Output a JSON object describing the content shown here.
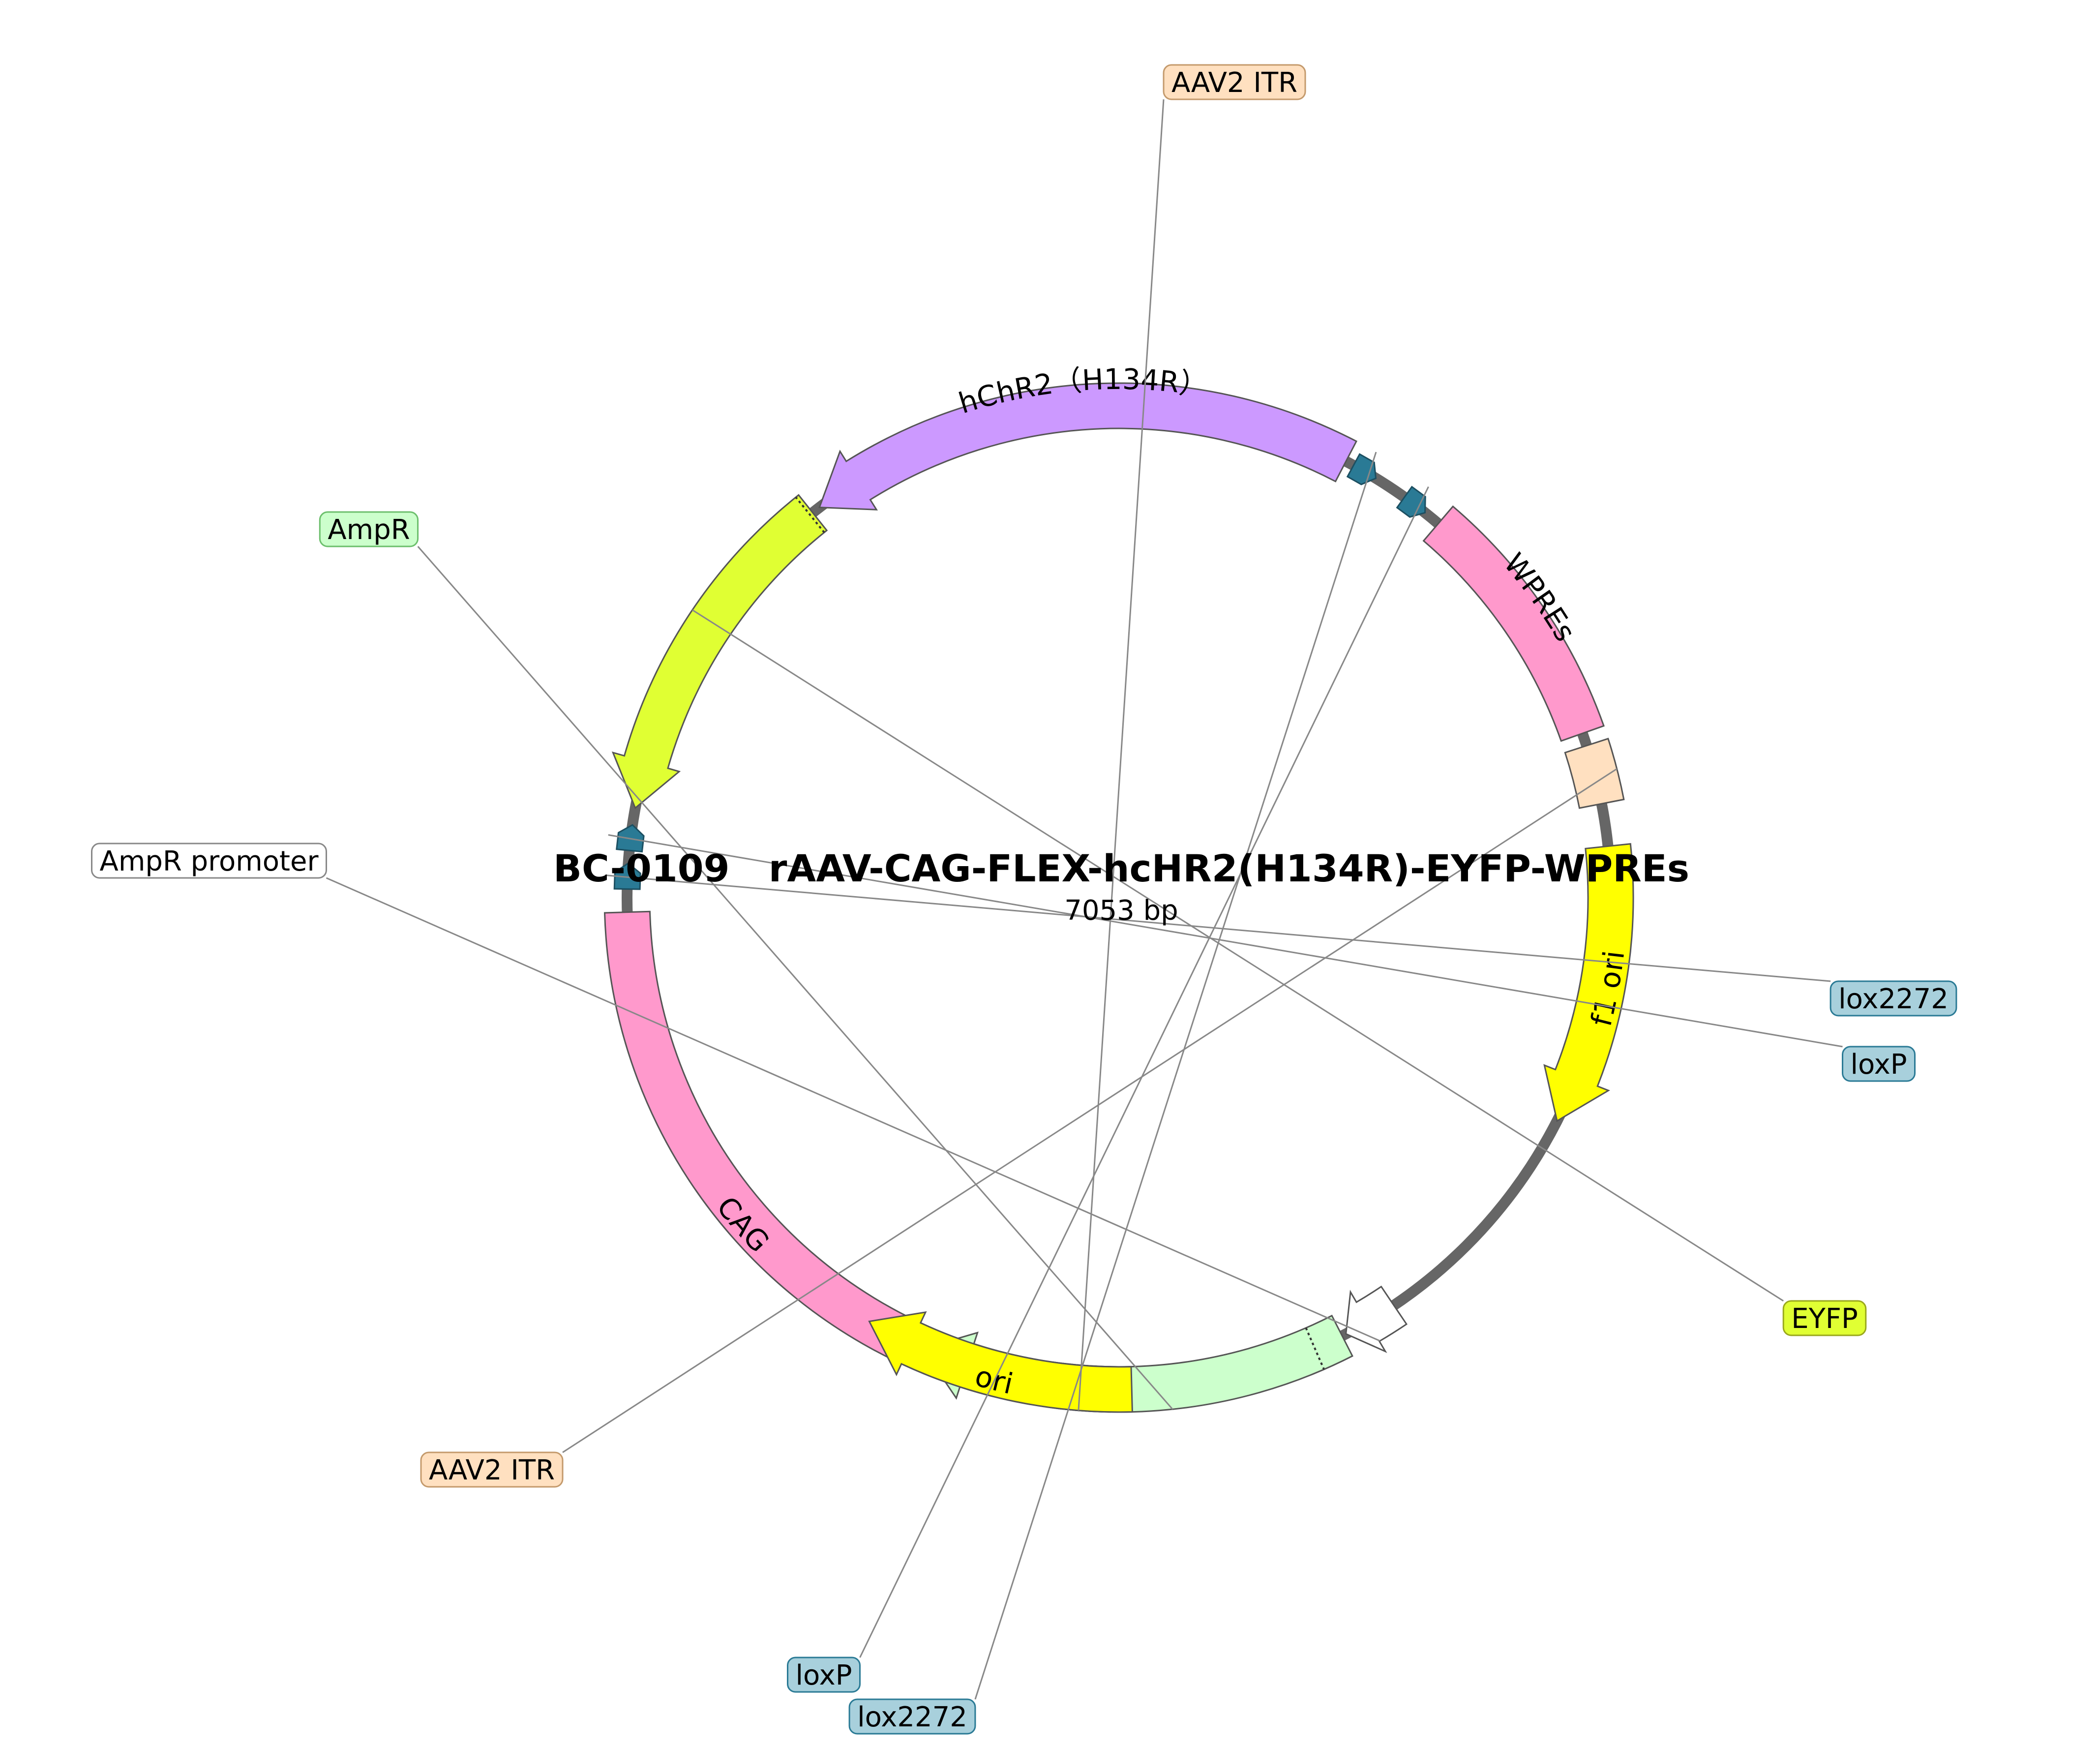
{
  "plasmid": {
    "name": "BC-0109   rAAV-CAG-FLEX-hcHR2(H134R)-EYFP-WPREs",
    "size": "7053 bp"
  },
  "features": [
    {
      "id": "aav2-itr-top",
      "name": "AAV2 ITR",
      "shape": "box",
      "start": 91,
      "end": 98,
      "fill": "#ffe0c0",
      "label": "callout"
    },
    {
      "id": "cag",
      "name": "CAG",
      "shape": "arc",
      "start": 100,
      "end": 178.3,
      "fill": "#ff99cc",
      "label": "inside"
    },
    {
      "id": "lox2272-right",
      "name": "lox2272",
      "shape": "loxarrow",
      "start": 181,
      "end": 184,
      "fill": "#2a7a95",
      "label": "callout"
    },
    {
      "id": "loxp-right",
      "name": "loxP",
      "shape": "loxarrow",
      "start": 185.5,
      "end": 188.5,
      "fill": "#2a7a95",
      "label": "callout"
    },
    {
      "id": "eyfp",
      "name": "EYFP",
      "shape": "arrow-ccw",
      "start": 190.5,
      "end": 231.5,
      "fill": "#e0ff33",
      "label": "callout"
    },
    {
      "id": "hchr2",
      "name": "hChR2（H134R）",
      "shape": "arrow-ccw",
      "start": 232.5,
      "end": 297.5,
      "fill": "#cc99ff",
      "label": "inside"
    },
    {
      "id": "lox2272-bottom",
      "name": "lox2272",
      "shape": "loxarrow",
      "start": 298.5,
      "end": 301.5,
      "fill": "#2a7a95",
      "label": "callout"
    },
    {
      "id": "loxp-bottom",
      "name": "loxP",
      "shape": "loxarrow",
      "start": 305.5,
      "end": 308.5,
      "fill": "#2a7a95",
      "label": "callout"
    },
    {
      "id": "wpres",
      "name": "WPREs",
      "shape": "arc",
      "start": 310.5,
      "end": 340.5,
      "fill": "#ff99cc",
      "label": "inside"
    },
    {
      "id": "aav2-itr-bottom",
      "name": "AAV2 ITR",
      "shape": "box",
      "start": 342,
      "end": 349,
      "fill": "#ffe0c0",
      "label": "callout"
    },
    {
      "id": "f1-ori",
      "name": "f1 ori",
      "shape": "arrow-cw",
      "start": 354,
      "end": 387,
      "fill": "#ffff00",
      "label": "inside"
    },
    {
      "id": "ampr-promoter",
      "name": "AmpR promoter",
      "shape": "arrow-cw",
      "start": 416,
      "end": 422.5,
      "fill": "#ffffff",
      "label": "callout"
    },
    {
      "id": "ampr",
      "name": "AmpR",
      "shape": "arrow-cw",
      "start": 423,
      "end": 473.5,
      "fill": "#ccffcc",
      "label": "callout",
      "dotted_at": 426.5
    },
    {
      "id": "ori",
      "name": "ori",
      "shape": "arrow-cw",
      "start": 480.5,
      "end": 448.5,
      "fill": "#ffff00",
      "label": "inside"
    }
  ],
  "callouts": [
    {
      "feature": "aav2-itr-top",
      "text": "AAV2 ITR",
      "fill": "#ffe0c0",
      "stroke": "#c49a6c"
    },
    {
      "feature": "lox2272-right",
      "text": "lox2272",
      "fill": "#a8d0dc",
      "stroke": "#2a7a95"
    },
    {
      "feature": "loxp-right",
      "text": "loxP",
      "fill": "#a8d0dc",
      "stroke": "#2a7a95"
    },
    {
      "feature": "eyfp",
      "text": "EYFP",
      "fill": "#e0ff33",
      "stroke": "#9aa81c"
    },
    {
      "feature": "loxp-bottom",
      "text": "loxP",
      "fill": "#a8d0dc",
      "stroke": "#2a7a95"
    },
    {
      "feature": "lox2272-bottom",
      "text": "lox2272",
      "fill": "#a8d0dc",
      "stroke": "#2a7a95"
    },
    {
      "feature": "aav2-itr-bottom",
      "text": "AAV2 ITR",
      "fill": "#ffe0c0",
      "stroke": "#c49a6c"
    },
    {
      "feature": "ampr-promoter",
      "text": "AmpR promoter",
      "fill": "#ffffff",
      "stroke": "#888888"
    },
    {
      "feature": "ampr",
      "text": "AmpR",
      "fill": "#ccffcc",
      "stroke": "#6cbf6c"
    }
  ],
  "colors": {
    "backbone": "#666666",
    "outline": "#555555",
    "leader": "#888888"
  }
}
